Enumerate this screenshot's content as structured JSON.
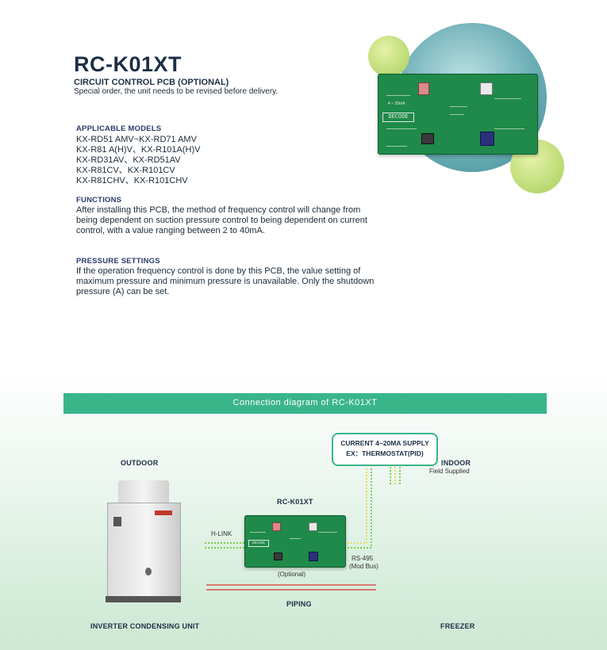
{
  "product": {
    "title": "RC-K01XT",
    "subtitle": "CIRCUIT CONTROL PCB (OPTIONAL)",
    "note": "Special order, the unit needs to be revised before delivery."
  },
  "applicable_models": {
    "heading": "APPLICABLE MODELS",
    "items": [
      "KX-RD51 AMV~KX-RD71 AMV",
      "KX-R81 A(H)V、KX-R101A(H)V",
      "KX-RD31AV、KX-RD51AV",
      "KX-R81CV、KX-R101CV",
      "KX-R81CHV、KX-R101CHV"
    ]
  },
  "functions": {
    "heading": "FUNCTIONS",
    "text": "After installing this PCB, the method of frequency control will change from being dependent on suction pressure control to being dependent on current control, with a value ranging between 2 to 40mA."
  },
  "pressure_settings": {
    "heading": "PRESSURE SETTINGS",
    "text": "If the operation frequency control is done by this PCB, the value setting of maximum pressure and minimum pressure is unavailable. Only the shutdown pressure (A) can be set."
  },
  "pcb_board": {
    "logo": "DECODE",
    "labels": [
      "4 ~ 20mA"
    ]
  },
  "diagram": {
    "banner": "Connection diagram of RC-K01XT",
    "outdoor_label": "OUTDOOR",
    "indoor_label": "INDOOR",
    "field_supplied": "Field Supplied",
    "supply_line1": "CURRENT 4~20MA SUPPLY",
    "supply_line2": "EX：THERMOSTAT(PID)",
    "pcb_label": "RC-K01XT",
    "hlink_label": "H-LINK",
    "rs495_label": "RS-495",
    "modbus_label": "(Mod Bus)",
    "optional_label": "(Optional)",
    "piping_label": "PIPING",
    "inverter_label": "INVERTER CONDENSING UNIT",
    "freezer_label": "FREEZER"
  },
  "colors": {
    "accent_green": "#3ab58a",
    "dotted_green": "#7ed14a",
    "dotted_yellow": "#e3dc5e",
    "piping_red": "#d9534f",
    "pcb_green": "#1f8a4a"
  }
}
